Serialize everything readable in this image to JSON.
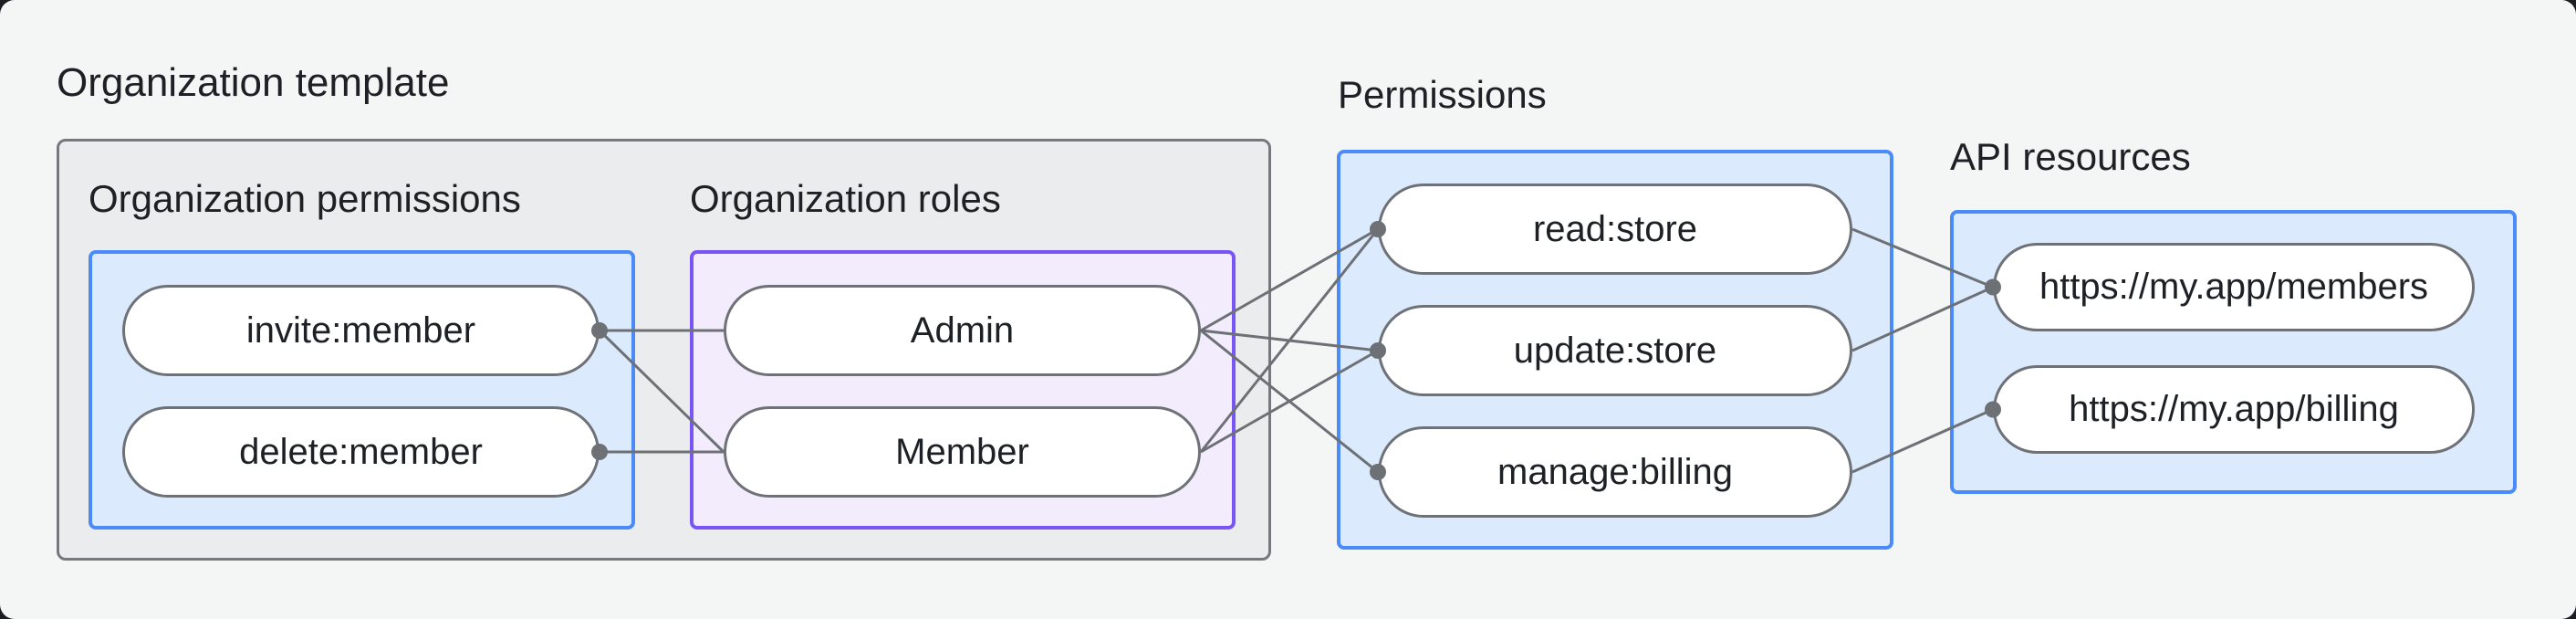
{
  "title": "Organization template",
  "colors": {
    "page_bg": "#f4f5f5",
    "outer_fill": "#ebeced",
    "outer_border": "#75797d",
    "blue_border": "#4b8bf8",
    "blue_fill": "#dbeafc",
    "purple_border": "#7a55f5",
    "purple_fill": "#f2ecfc",
    "pill_border": "#6e7277",
    "pill_fill": "#ffffff",
    "edge_color": "#6d7176",
    "text_color": "#1d2024"
  },
  "groups": {
    "org_permissions": {
      "label": "Organization permissions",
      "nodes": [
        {
          "id": "invite",
          "label": "invite:member",
          "dot": "right"
        },
        {
          "id": "delete",
          "label": "delete:member",
          "dot": "right"
        }
      ]
    },
    "org_roles": {
      "label": "Organization roles",
      "nodes": [
        {
          "id": "admin",
          "label": "Admin",
          "dot": null
        },
        {
          "id": "member",
          "label": "Member",
          "dot": null
        }
      ]
    },
    "permissions": {
      "label": "Permissions",
      "nodes": [
        {
          "id": "read",
          "label": "read:store",
          "dot": "left"
        },
        {
          "id": "update",
          "label": "update:store",
          "dot": "left"
        },
        {
          "id": "manage",
          "label": "manage:billing",
          "dot": "left"
        }
      ]
    },
    "api_resources": {
      "label": "API resources",
      "nodes": [
        {
          "id": "members_api",
          "label": "https://my.app/members",
          "dot": "left"
        },
        {
          "id": "billing_api",
          "label": "https://my.app/billing",
          "dot": "left"
        }
      ]
    }
  },
  "edges": [
    {
      "from": "invite",
      "to": "admin"
    },
    {
      "from": "invite",
      "to": "member"
    },
    {
      "from": "delete",
      "to": "member"
    },
    {
      "from": "admin",
      "to": "read"
    },
    {
      "from": "admin",
      "to": "update"
    },
    {
      "from": "admin",
      "to": "manage"
    },
    {
      "from": "member",
      "to": "read"
    },
    {
      "from": "member",
      "to": "update"
    },
    {
      "from": "read",
      "to": "members_api"
    },
    {
      "from": "update",
      "to": "members_api"
    },
    {
      "from": "manage",
      "to": "billing_api"
    }
  ],
  "edge_stroke_width": 3,
  "dot_radius": 9
}
